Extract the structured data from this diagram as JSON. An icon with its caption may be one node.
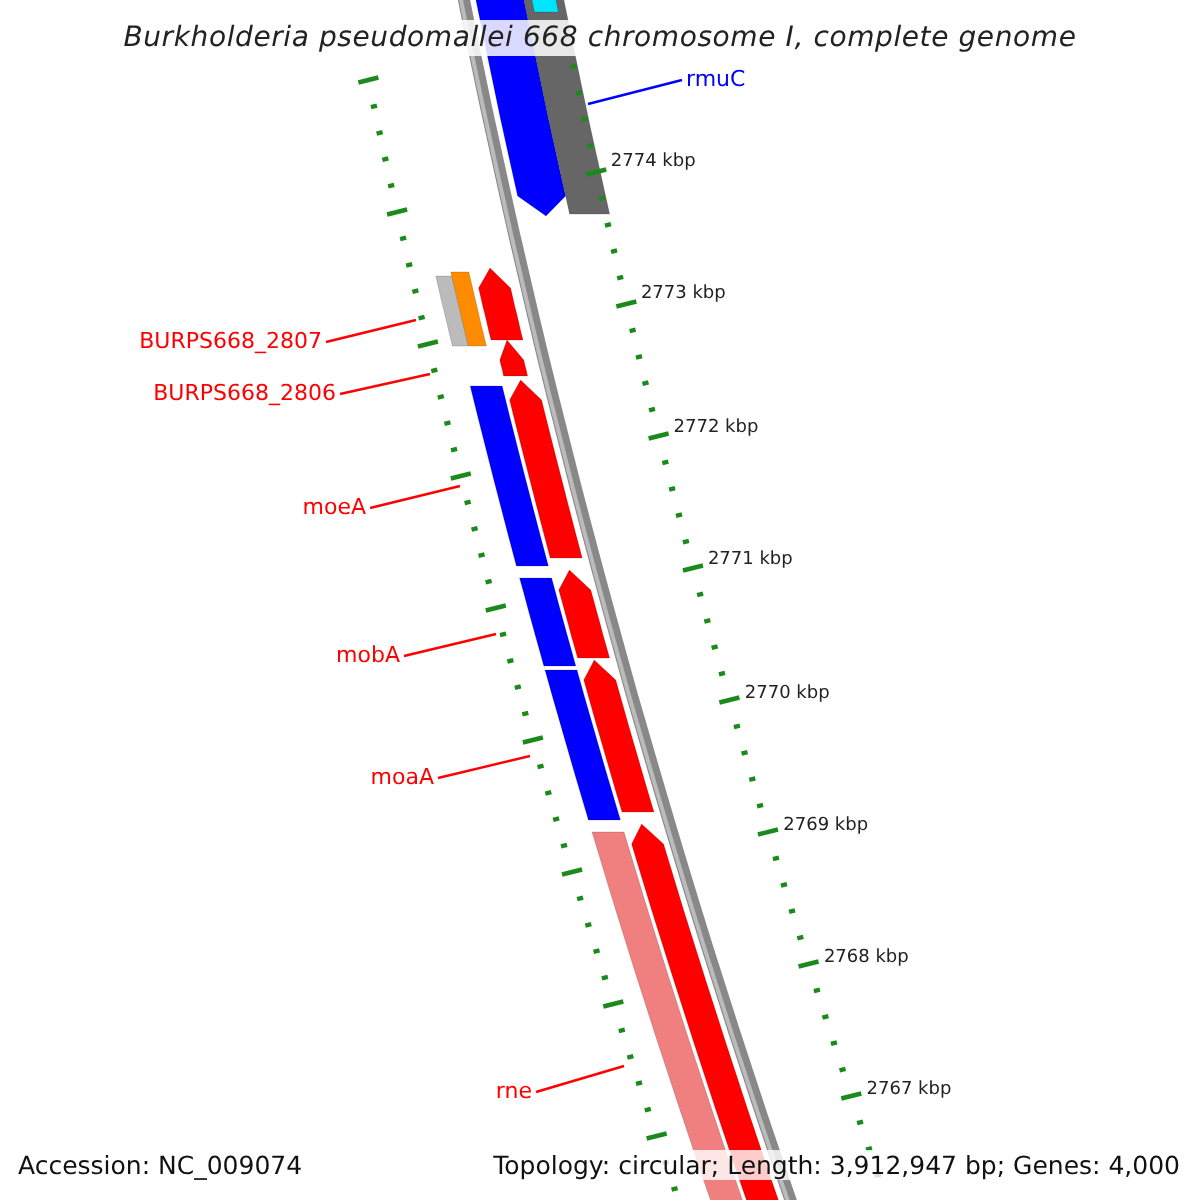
{
  "diagram": {
    "title": "Burkholderia pseudomallei 668 chromosome I, complete genome",
    "nodes": [
      {
        "text": [
          "rmuC"
        ]
      },
      {
        "text": [
          "BURPS668_2807"
        ]
      },
      {
        "text": [
          "BURPS668_2806"
        ]
      },
      {
        "text": [
          "moeA"
        ]
      },
      {
        "text": [
          "mobA"
        ]
      },
      {
        "text": [
          "moaA"
        ]
      },
      {
        "text": [
          "rne"
        ]
      }
    ],
    "edges": [
      {
        "from": 0,
        "to": null,
        "arrow": "none",
        "color": "#0000ff"
      },
      {
        "from": 1,
        "to": null,
        "arrow": "none"
      },
      {
        "from": 2,
        "to": null,
        "arrow": "none"
      },
      {
        "from": 3,
        "to": null,
        "arrow": "none"
      },
      {
        "from": 4,
        "to": null,
        "arrow": "none"
      },
      {
        "from": 5,
        "to": null,
        "arrow": "none"
      },
      {
        "from": 6,
        "to": null,
        "arrow": "none"
      }
    ],
    "labels": [
      "2774 kbp",
      "2773 kbp",
      "2772 kbp",
      "2771 kbp",
      "2770 kbp",
      "2769 kbp",
      "2768 kbp",
      "2767 kbp",
      "Accession: NC_009074",
      "Topology: circular; Length: 3,912,947 bp; Genes: 4,000"
    ]
  }
}
